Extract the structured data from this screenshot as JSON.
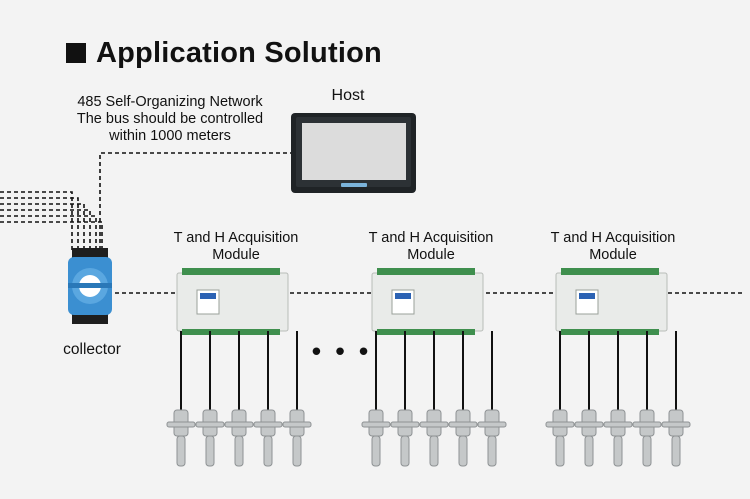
{
  "title": "Application Solution",
  "network_note": {
    "line1": "485 Self-Organizing Network",
    "line2": "The bus should be controlled",
    "line3": "within 1000 meters"
  },
  "host": {
    "label": "Host"
  },
  "collector": {
    "label": "collector"
  },
  "modules": [
    {
      "line1": "T and H Acquisition",
      "line2": "Module"
    },
    {
      "line1": "T and H Acquisition",
      "line2": "Module"
    },
    {
      "line1": "T and H Acquisition",
      "line2": "Module"
    }
  ],
  "ellipsis": "• • •",
  "colors": {
    "background": "#f3f3f3",
    "line": "#111111",
    "module_body": "#e9ebe9",
    "terminal_green": "#3f8f4e",
    "collector_blue": "#3b8fd1",
    "screen": "#dcdcdc"
  }
}
